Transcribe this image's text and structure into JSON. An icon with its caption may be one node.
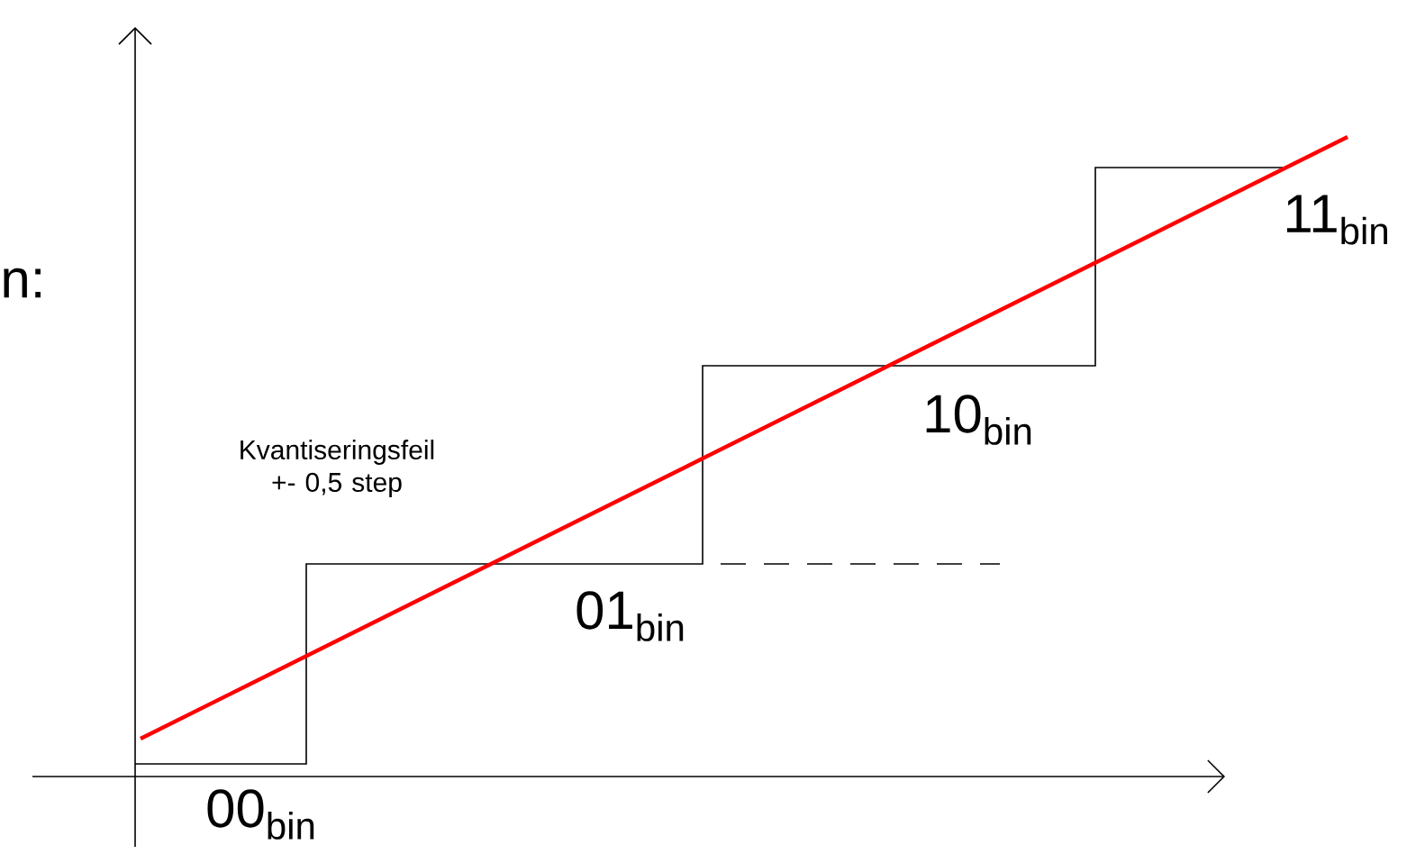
{
  "diagram": {
    "labels": [
      "n:",
      "Kvantiseringsfeil +- 0,5 step",
      "00$_{bin}$",
      "01$_{bin}$",
      "10$_{bin}$",
      "11$_{bin}$"
    ]
  }
}
